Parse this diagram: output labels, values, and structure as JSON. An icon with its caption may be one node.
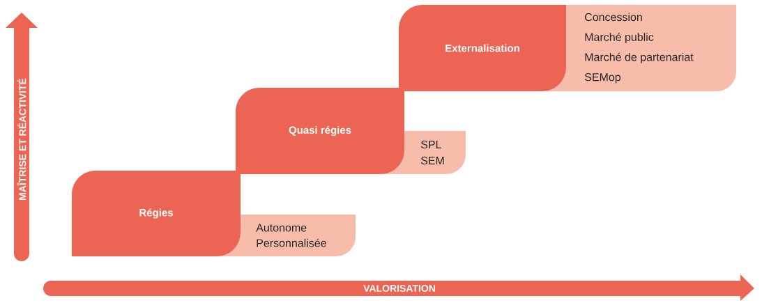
{
  "diagram": {
    "nodes": [
      {
        "text": [
          "Régies"
        ]
      },
      {
        "text": [
          "Autonome",
          "Personnalisée"
        ]
      },
      {
        "text": [
          "Quasi régies"
        ]
      },
      {
        "text": [
          "SPL",
          "SEM"
        ]
      },
      {
        "text": [
          "Externalisation"
        ]
      },
      {
        "text": [
          "Concession",
          "Marché public",
          "Marché de partenariat",
          "SEMop"
        ]
      }
    ],
    "edges": [],
    "labels": [
      "MAÎTRISE ET RÉACTIVITÉ",
      "VALORISATION"
    ]
  }
}
